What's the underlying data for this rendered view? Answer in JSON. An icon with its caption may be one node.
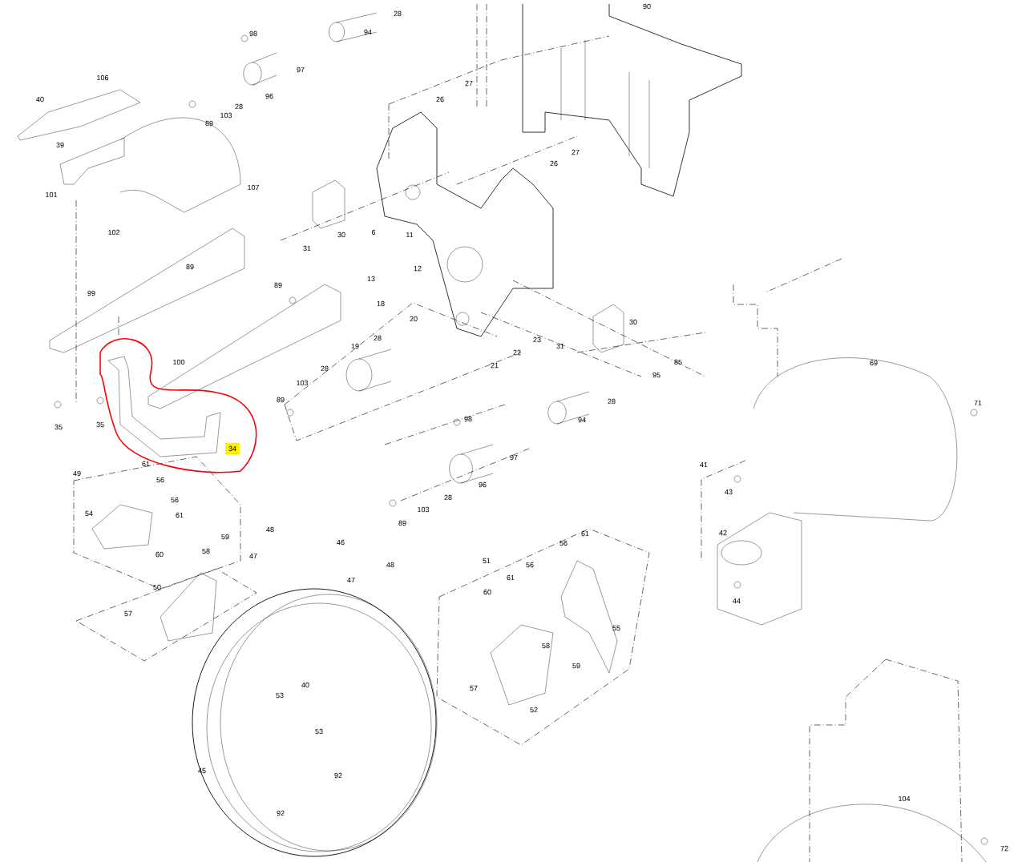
{
  "diagram": {
    "labels": [
      "28",
      "90",
      "98",
      "94",
      "106",
      "97",
      "40",
      "28",
      "96",
      "103",
      "89",
      "27",
      "26",
      "39",
      "27",
      "26",
      "101",
      "107",
      "102",
      "30",
      "6",
      "11",
      "31",
      "89",
      "12",
      "13",
      "89",
      "99",
      "18",
      "20",
      "30",
      "28",
      "23",
      "31",
      "22",
      "19",
      "100",
      "85",
      "21",
      "69",
      "28",
      "103",
      "95",
      "89",
      "28",
      "71",
      "35",
      "35",
      "98",
      "94",
      "34",
      "97",
      "41",
      "61",
      "49",
      "56",
      "96",
      "43",
      "56",
      "54",
      "61",
      "28",
      "103",
      "89",
      "48",
      "61",
      "42",
      "59",
      "46",
      "56",
      "58",
      "60",
      "47",
      "48",
      "51",
      "56",
      "61",
      "50",
      "47",
      "60",
      "44",
      "57",
      "55",
      "58",
      "59",
      "40",
      "57",
      "53",
      "52",
      "53",
      "45",
      "92",
      "104",
      "92",
      "72"
    ]
  }
}
